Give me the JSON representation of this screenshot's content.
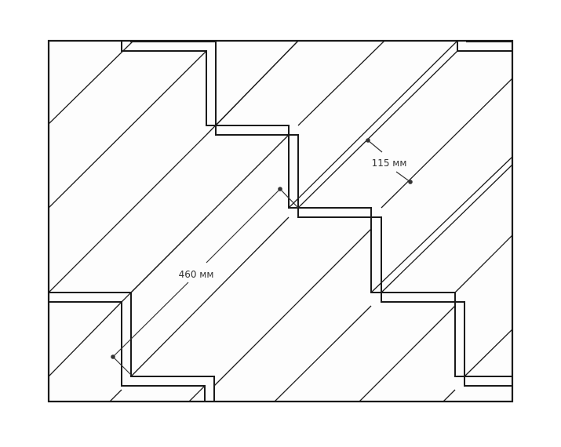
{
  "diagram": {
    "kind": "parquet floor layout",
    "dimensions": [
      {
        "id": "width",
        "label": "115 мм"
      },
      {
        "id": "length",
        "label": "460 мм"
      }
    ],
    "colors": {
      "line": "#1a1a1a",
      "fill": "#fdfdfd",
      "dimension": "#333333"
    }
  }
}
